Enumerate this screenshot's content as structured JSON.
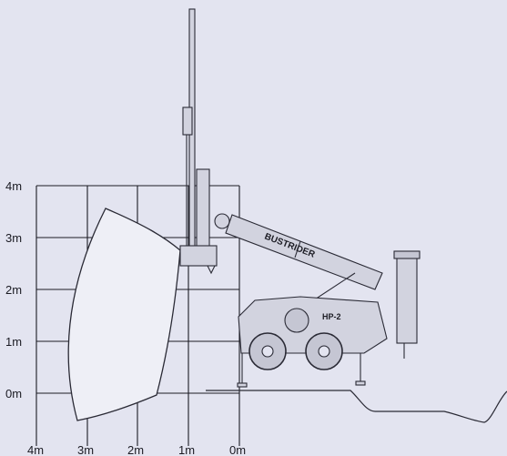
{
  "colors": {
    "background": "#e3e4f0",
    "line": "#2a2a35",
    "grid": "#1c1c24",
    "profile_fill": "#eeeff6",
    "machine_fill": "#d2d3df"
  },
  "diagram": {
    "machine_decal_text": "BUSTRIDER",
    "model_badge_text": "HP-2",
    "y_axis_labels": [
      "4m",
      "3m",
      "2m",
      "1m",
      "0m"
    ],
    "x_axis_labels": [
      "4m",
      "3m",
      "2m",
      "1m",
      "0m"
    ]
  }
}
